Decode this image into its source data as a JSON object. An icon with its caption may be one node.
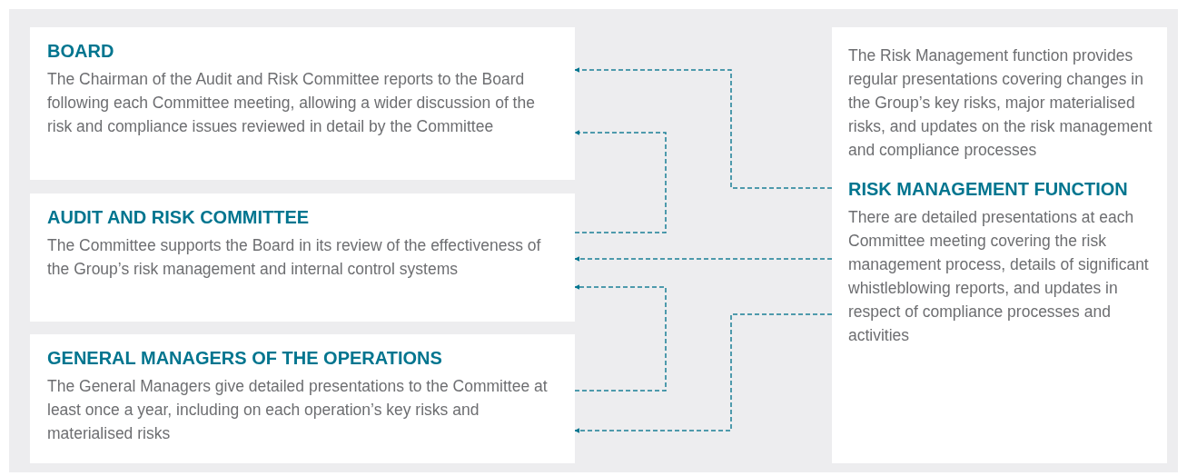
{
  "diagram": {
    "nodes": [
      {
        "text": [
          "BOARD",
          "The Chairman of the Audit and Risk Committee reports to the Board following each Committee meeting, allowing a wider discussion of the risk and compliance issues reviewed in detail by the Committee"
        ]
      },
      {
        "text": [
          "AUDIT AND RISK COMMITTEE",
          "The Committee supports the Board in its review of the effectiveness of the Group’s risk management and internal control systems"
        ]
      },
      {
        "text": [
          "GENERAL MANAGERS OF THE OPERATIONS",
          "The General Managers give detailed presentations to the Committee at least once a year, including on each operation’s key risks and materialised risks"
        ]
      },
      {
        "text": [
          "The Risk Management function provides regular presentations covering changes in the Group’s key risks, major materialised risks, and updates on the risk management and compliance processes",
          "RISK MANAGEMENT FUNCTION",
          "There are detailed presentations at each Committee meeting covering the risk management process, details of significant whistleblowing reports, and updates in respect of compliance processes and activities"
        ]
      }
    ],
    "edges": [
      {
        "from": 3,
        "to": 0,
        "arrow": "to",
        "style": "dashed"
      },
      {
        "from": 1,
        "to": 0,
        "arrow": "to",
        "style": "dashed"
      },
      {
        "from": 3,
        "to": 1,
        "arrow": "to",
        "style": "dashed"
      },
      {
        "from": 2,
        "to": 1,
        "arrow": "to",
        "style": "dashed"
      },
      {
        "from": 3,
        "to": 2,
        "arrow": "to",
        "style": "dashed"
      }
    ]
  }
}
